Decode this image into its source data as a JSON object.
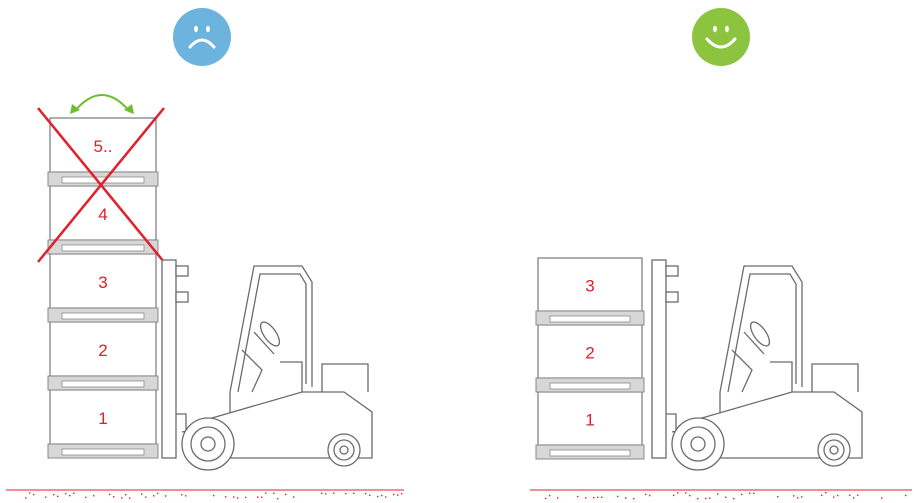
{
  "left_panel": {
    "mood": "sad",
    "mood_color": "#6cb3de",
    "rotate_arrow_color": "#6cbf2a",
    "boxes": [
      "1",
      "2",
      "3",
      "4",
      "5.."
    ],
    "crossed_out": [
      "4",
      "5.."
    ],
    "cross_color": "#e0202a"
  },
  "right_panel": {
    "mood": "happy",
    "mood_color": "#8cc43f",
    "boxes": [
      "1",
      "2",
      "3"
    ]
  },
  "colors": {
    "label": "#e0202a",
    "outline": "#6b6b6b",
    "pallet": "#d7d7d7",
    "ground_dots": "#e0202a"
  },
  "icons": [
    "sad-face-icon",
    "happy-face-icon",
    "rotate-arrow-icon",
    "forklift-icon"
  ]
}
